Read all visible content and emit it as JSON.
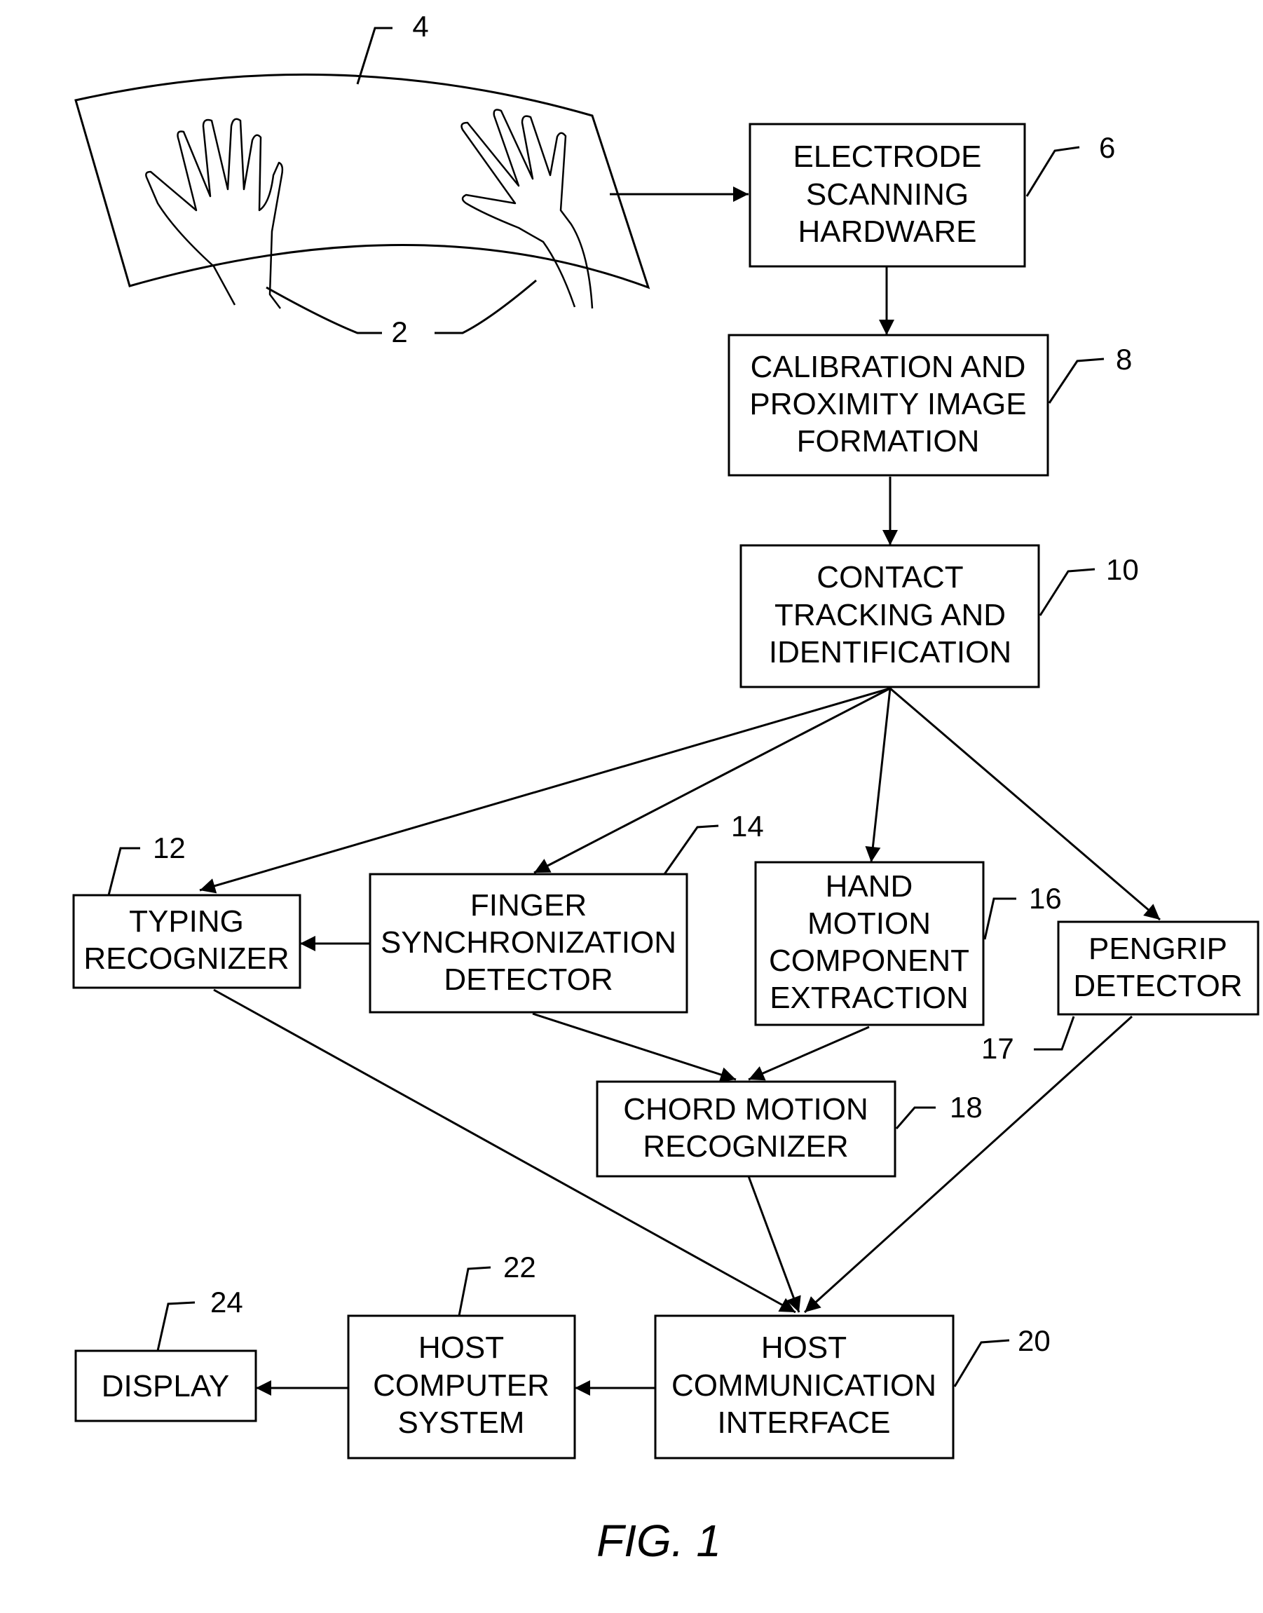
{
  "figure": {
    "caption": "FIG. 1",
    "surface_ref": "4",
    "hands_ref": "2"
  },
  "blocks": {
    "electrode": {
      "lines": [
        "ELECTRODE",
        "SCANNING",
        "HARDWARE"
      ],
      "ref": "6"
    },
    "calibration": {
      "lines": [
        "CALIBRATION AND",
        "PROXIMITY IMAGE",
        "FORMATION"
      ],
      "ref": "8"
    },
    "contact": {
      "lines": [
        "CONTACT",
        "TRACKING AND",
        "IDENTIFICATION"
      ],
      "ref": "10"
    },
    "typing": {
      "lines": [
        "TYPING",
        "RECOGNIZER"
      ],
      "ref": "12"
    },
    "finger": {
      "lines": [
        "FINGER",
        "SYNCHRONIZATION",
        "DETECTOR"
      ],
      "ref": "14"
    },
    "hand_motion": {
      "lines": [
        "HAND",
        "MOTION",
        "COMPONENT",
        "EXTRACTION"
      ],
      "ref": "16"
    },
    "pengrip": {
      "lines": [
        "PENGRIP",
        "DETECTOR"
      ],
      "ref": "17"
    },
    "chord": {
      "lines": [
        "CHORD MOTION",
        "RECOGNIZER"
      ],
      "ref": "18"
    },
    "host_comm": {
      "lines": [
        "HOST",
        "COMMUNICATION",
        "INTERFACE"
      ],
      "ref": "20"
    },
    "host_computer": {
      "lines": [
        "HOST",
        "COMPUTER",
        "SYSTEM"
      ],
      "ref": "22"
    },
    "display": {
      "lines": [
        "DISPLAY"
      ],
      "ref": "24"
    }
  }
}
